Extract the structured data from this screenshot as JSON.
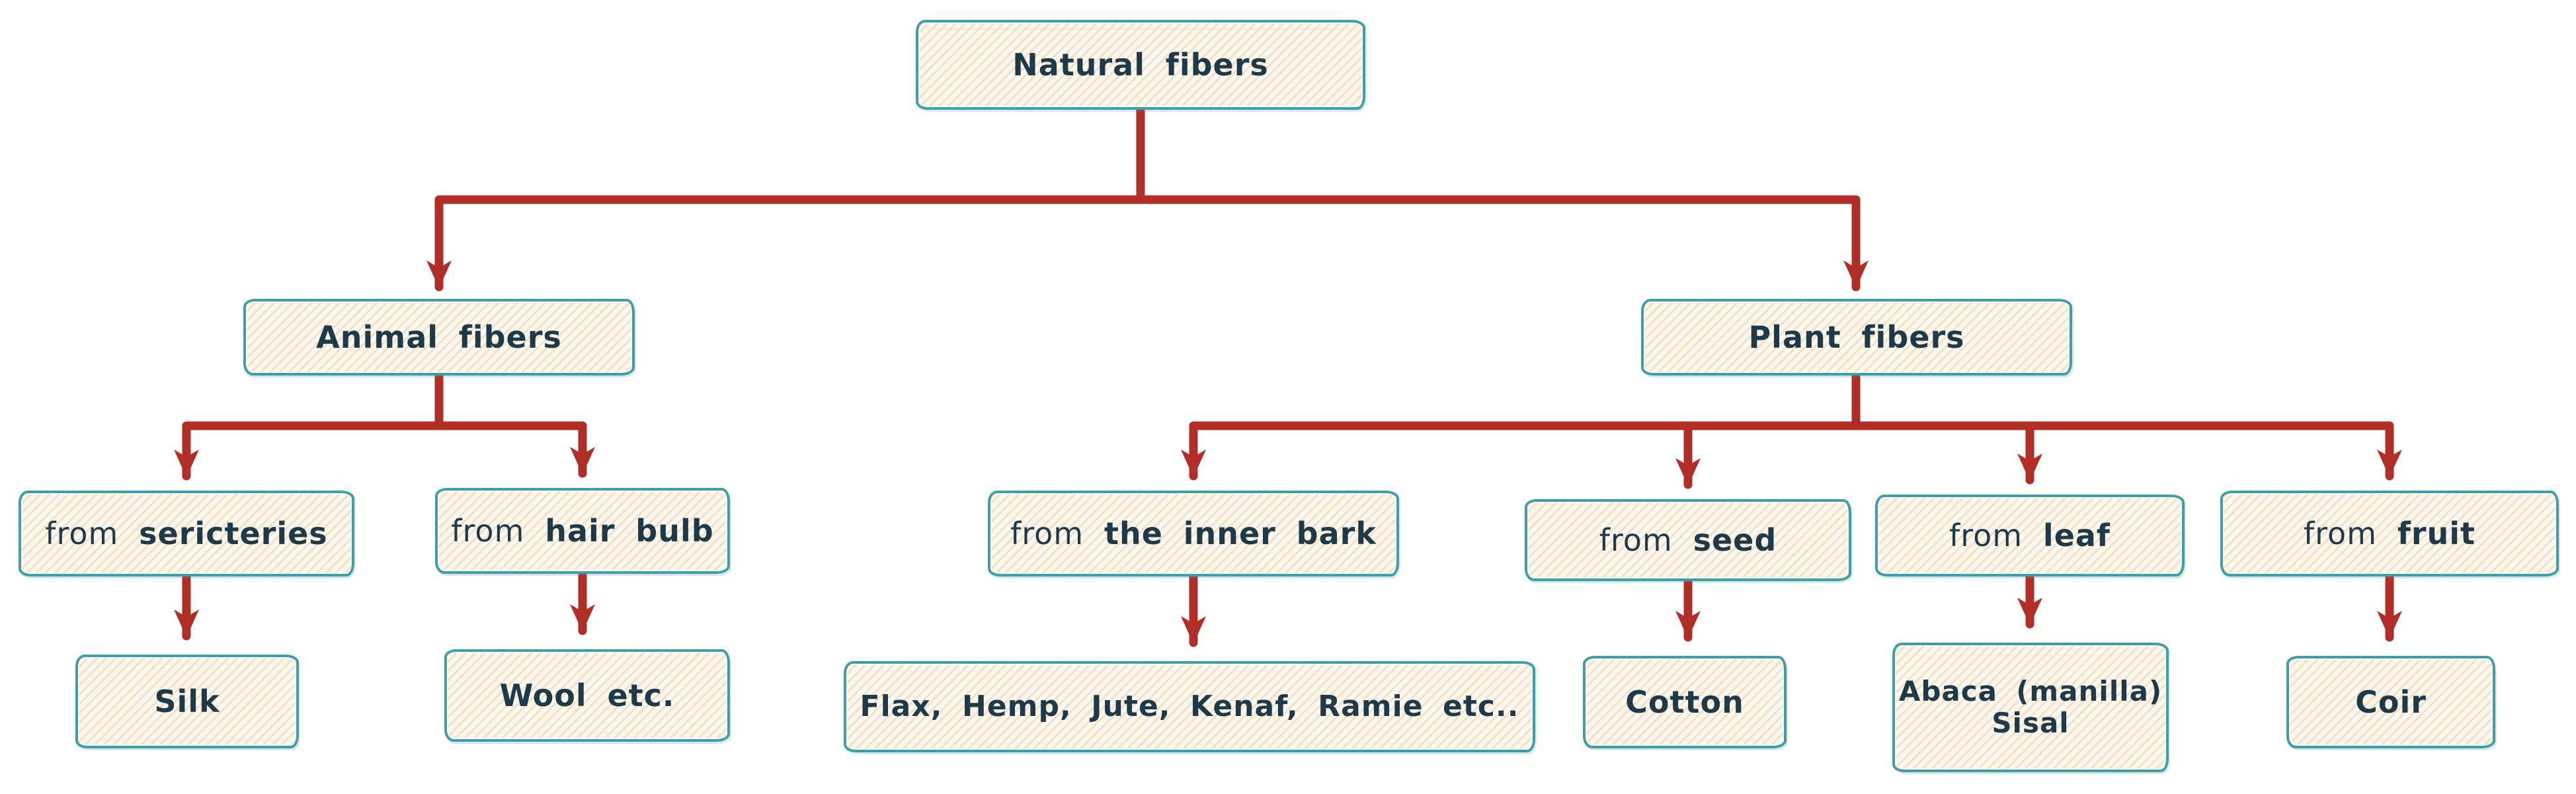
{
  "colors": {
    "arrow": "#b02e25",
    "box_border": "#3f9fa6",
    "box_fill": "#fdf8ee",
    "box_hatch": "#f4e0c6",
    "text": "#1c3a4a",
    "canvas": "#ffffff"
  },
  "nodes": {
    "natural_fibers": {
      "label": "Natural fibers"
    },
    "animal_fibers": {
      "label": "Animal fibers"
    },
    "plant_fibers": {
      "label": "Plant fibers"
    },
    "from_sericteries": {
      "prefix": "from",
      "label": "sericteries"
    },
    "from_hair_bulb": {
      "prefix": "from",
      "label": "hair bulb"
    },
    "from_inner_bark": {
      "prefix": "from",
      "label": "the inner bark"
    },
    "from_seed": {
      "prefix": "from",
      "label": "seed"
    },
    "from_leaf": {
      "prefix": "from",
      "label": "leaf"
    },
    "from_fruit": {
      "prefix": "from",
      "label": "fruit"
    },
    "silk": {
      "label": "Silk"
    },
    "wool": {
      "label": "Wool etc."
    },
    "bast": {
      "label": "Flax, Hemp, Jute, Kenaf, Ramie etc.."
    },
    "cotton": {
      "label": "Cotton"
    },
    "abaca": {
      "line1": "Abaca (manilla)",
      "line2": "Sisal"
    },
    "coir": {
      "label": "Coir"
    }
  },
  "edges": [
    {
      "from": "natural_fibers",
      "to": "animal_fibers"
    },
    {
      "from": "natural_fibers",
      "to": "plant_fibers"
    },
    {
      "from": "animal_fibers",
      "to": "from_sericteries"
    },
    {
      "from": "animal_fibers",
      "to": "from_hair_bulb"
    },
    {
      "from": "plant_fibers",
      "to": "from_inner_bark"
    },
    {
      "from": "plant_fibers",
      "to": "from_seed"
    },
    {
      "from": "plant_fibers",
      "to": "from_leaf"
    },
    {
      "from": "plant_fibers",
      "to": "from_fruit"
    },
    {
      "from": "from_sericteries",
      "to": "silk"
    },
    {
      "from": "from_hair_bulb",
      "to": "wool"
    },
    {
      "from": "from_inner_bark",
      "to": "bast"
    },
    {
      "from": "from_seed",
      "to": "cotton"
    },
    {
      "from": "from_leaf",
      "to": "abaca"
    },
    {
      "from": "from_fruit",
      "to": "coir"
    }
  ]
}
